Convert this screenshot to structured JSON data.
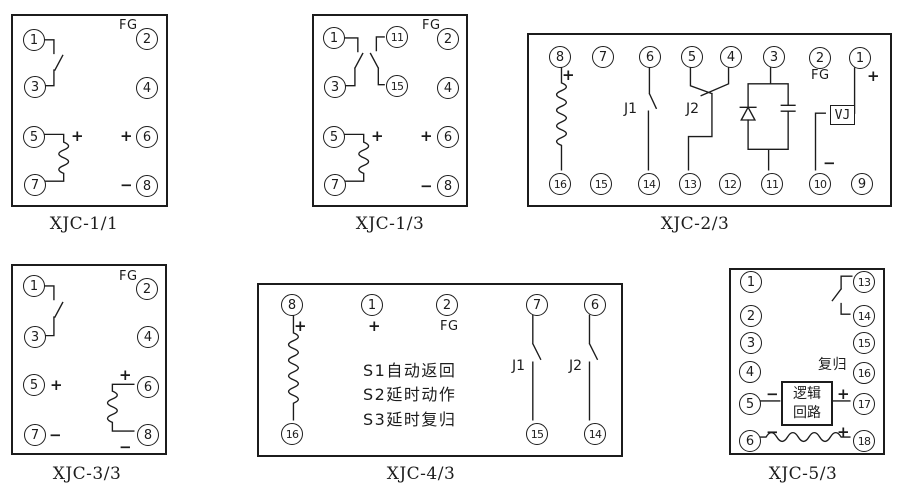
{
  "colors": {
    "ink": "#1c1c1c",
    "background": "#ffffff"
  },
  "symbols": {
    "plus": "+",
    "minus": "−"
  },
  "panels": [
    {
      "caption": "XJC-1/1",
      "fg_label": "FG",
      "terminals": [
        "1",
        "2",
        "3",
        "4",
        "5",
        "6",
        "7",
        "8"
      ]
    },
    {
      "caption": "XJC-1/3",
      "fg_label": "FG",
      "terminals": [
        "1",
        "11",
        "2",
        "3",
        "15",
        "4",
        "5",
        "6",
        "7",
        "8"
      ]
    },
    {
      "caption": "XJC-2/3",
      "fg_label": "FG",
      "vj_label": "VJ",
      "j1_label": "J1",
      "j2_label": "J2",
      "terminals_top": [
        "8",
        "7",
        "6",
        "5",
        "4",
        "3",
        "2",
        "1"
      ],
      "terminals_bottom": [
        "16",
        "15",
        "14",
        "13",
        "12",
        "11",
        "10",
        "9"
      ]
    },
    {
      "caption": "XJC-3/3",
      "fg_label": "FG",
      "terminals": [
        "1",
        "2",
        "3",
        "4",
        "5",
        "6",
        "7",
        "8"
      ]
    },
    {
      "caption": "XJC-4/3",
      "fg_label": "FG",
      "j1_label": "J1",
      "j2_label": "J2",
      "notes": [
        "S1自动返回",
        "S2延时动作",
        "S3延时复归"
      ],
      "terminals_top": [
        "8",
        "1",
        "2",
        "7",
        "6"
      ],
      "terminals_bottom": [
        "16",
        "15",
        "14"
      ]
    },
    {
      "caption": "XJC-5/3",
      "reset_label": "复归",
      "logic_box": {
        "line1": "逻辑",
        "line2": "回路"
      },
      "terminals_left": [
        "1",
        "2",
        "3",
        "4",
        "5",
        "6"
      ],
      "terminals_right": [
        "13",
        "14",
        "15",
        "16",
        "17",
        "18"
      ]
    }
  ]
}
